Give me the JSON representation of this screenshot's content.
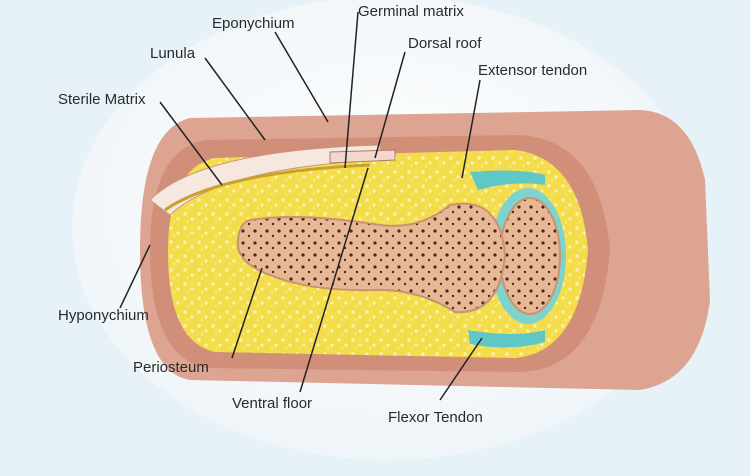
{
  "labels": {
    "eponychium": "Eponychium",
    "germinal_matrix": "Germinal matrix",
    "lunula": "Lunula",
    "dorsal_roof": "Dorsal roof",
    "extensor_tendon": "Extensor tendon",
    "sterile_matrix": "Sterile Matrix",
    "hyponychium": "Hyponychium",
    "periosteum": "Periosteum",
    "ventral_floor": "Ventral floor",
    "flexor_tendon": "Flexor Tendon"
  },
  "colors": {
    "background": "#e6f1f8",
    "circle": "#ffffff",
    "skin": "#dda491",
    "fat": "#f4dd4a",
    "bone": "#e8b796",
    "tendon": "#5fc7c5",
    "leader_line": "#222222"
  }
}
